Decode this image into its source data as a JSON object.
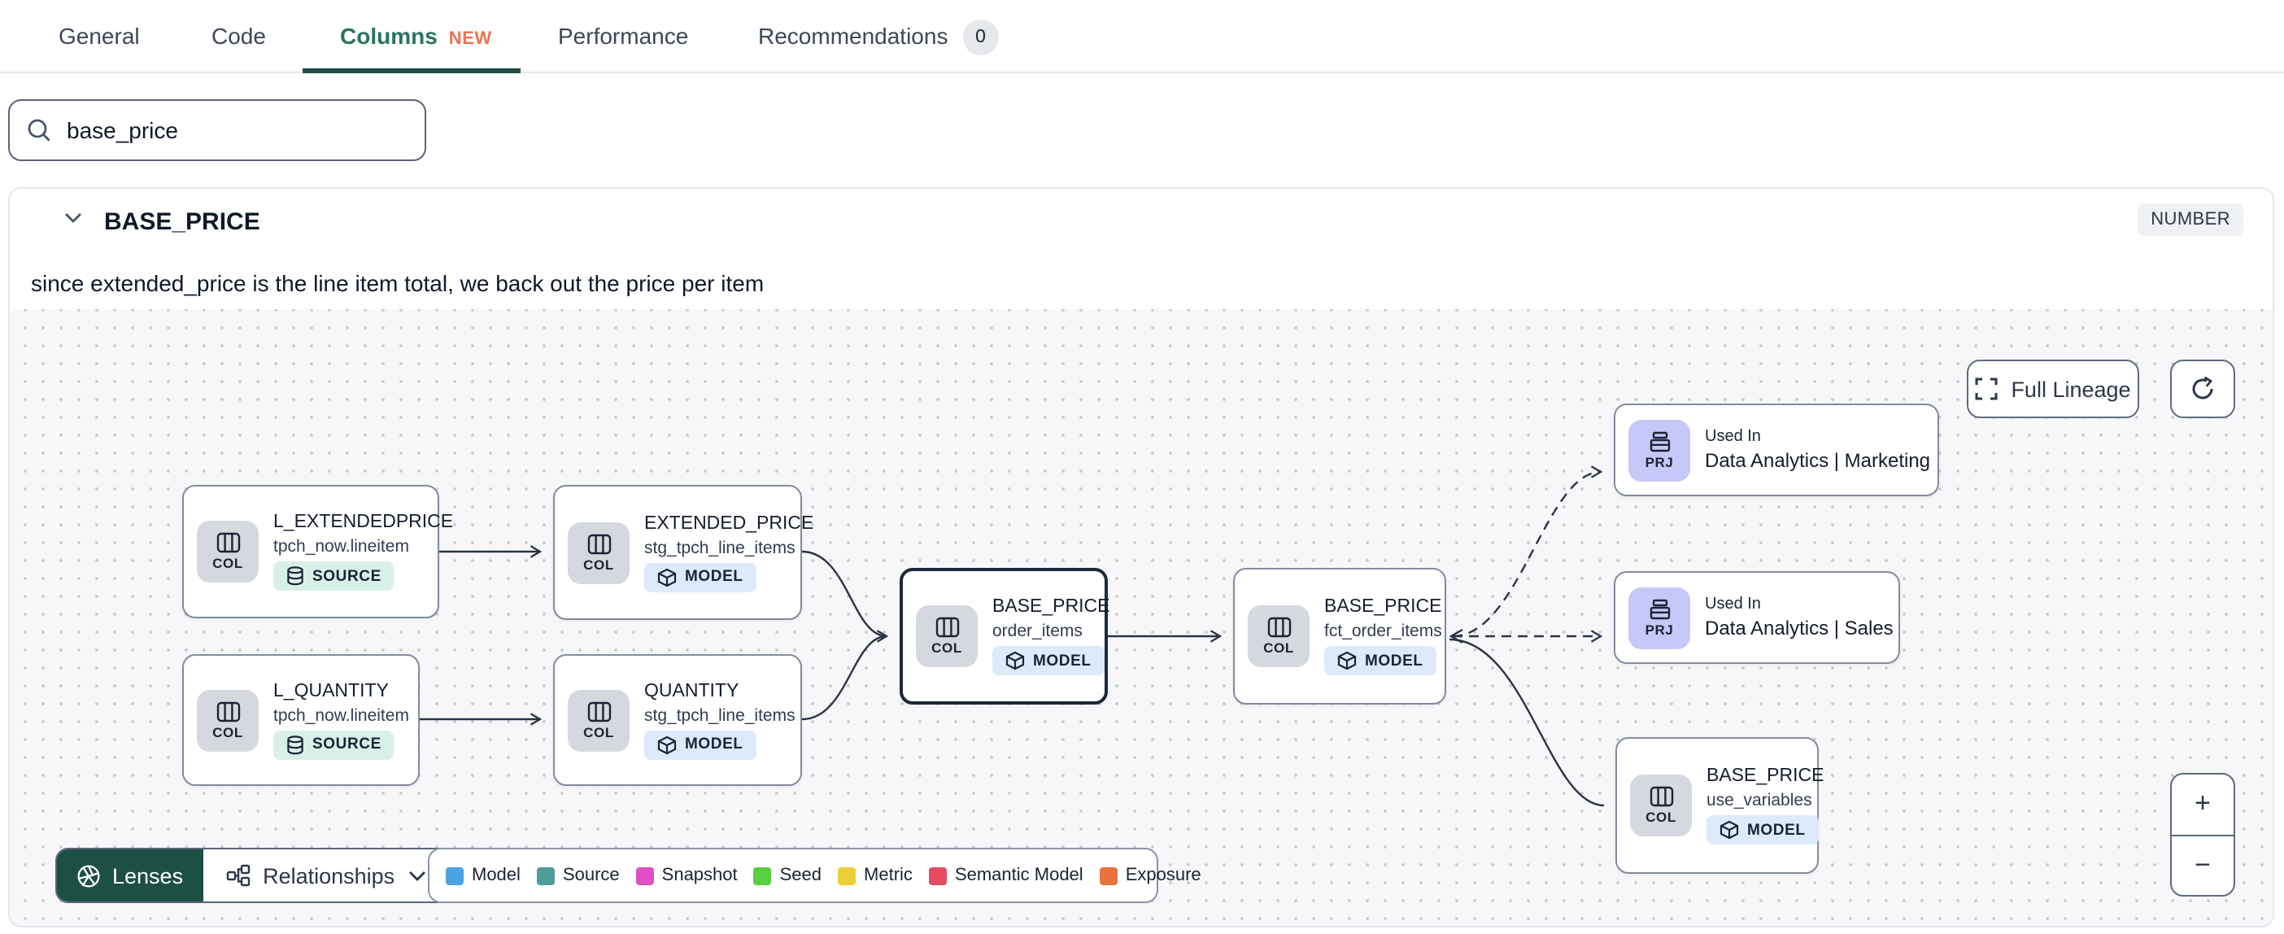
{
  "tabs": {
    "items": [
      {
        "label": "General"
      },
      {
        "label": "Code"
      },
      {
        "label": "Columns",
        "badge": "NEW"
      },
      {
        "label": "Performance"
      },
      {
        "label": "Recommendations",
        "count": "0"
      }
    ]
  },
  "search": {
    "value": "base_price"
  },
  "column": {
    "name": "BASE_PRICE",
    "type": "NUMBER",
    "description": "since extended_price is the line item total, we back out the price per item"
  },
  "lineage": {
    "controls": {
      "full_lineage": "Full Lineage",
      "zoom_in": "+",
      "zoom_out": "−"
    },
    "toolbar": {
      "lenses": "Lenses",
      "relationships": "Relationships"
    },
    "nodes": [
      {
        "icon_label": "COL",
        "title": "L_EXTENDEDPRICE",
        "subtitle": "tpch_now.lineitem",
        "badge": "SOURCE"
      },
      {
        "icon_label": "COL",
        "title": "EXTENDED_PRICE",
        "subtitle": "stg_tpch_line_items",
        "badge": "MODEL"
      },
      {
        "icon_label": "COL",
        "title": "L_QUANTITY",
        "subtitle": "tpch_now.lineitem",
        "badge": "SOURCE"
      },
      {
        "icon_label": "COL",
        "title": "QUANTITY",
        "subtitle": "stg_tpch_line_items",
        "badge": "MODEL"
      },
      {
        "icon_label": "COL",
        "title": "BASE_PRICE",
        "subtitle": "order_items",
        "badge": "MODEL"
      },
      {
        "icon_label": "COL",
        "title": "BASE_PRICE",
        "subtitle": "fct_order_items",
        "badge": "MODEL"
      },
      {
        "icon_label": "PRJ",
        "label": "Used In",
        "title": "Data Analytics | Marketing"
      },
      {
        "icon_label": "PRJ",
        "label": "Used In",
        "title": "Data Analytics | Sales"
      },
      {
        "icon_label": "COL",
        "title": "BASE_PRICE",
        "subtitle": "use_variables",
        "badge": "MODEL"
      }
    ],
    "legend": [
      {
        "label": "Model",
        "color": "#4BA3E3"
      },
      {
        "label": "Source",
        "color": "#4F9D96"
      },
      {
        "label": "Snapshot",
        "color": "#DF4FC5"
      },
      {
        "label": "Seed",
        "color": "#57CF41"
      },
      {
        "label": "Metric",
        "color": "#ECCF38"
      },
      {
        "label": "Semantic Model",
        "color": "#E64B60"
      },
      {
        "label": "Exposure",
        "color": "#E7743F"
      }
    ]
  }
}
